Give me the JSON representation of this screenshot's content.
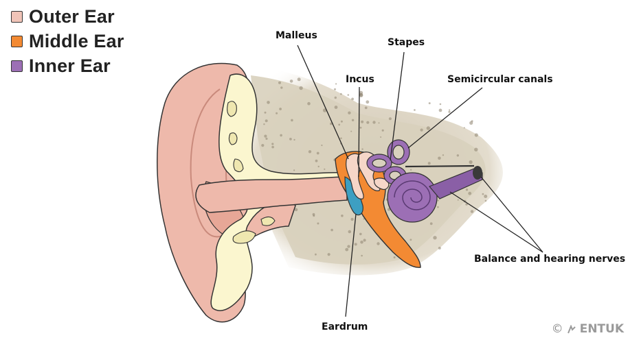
{
  "legend": [
    {
      "label": "Outer Ear",
      "color": "#f0c4b8"
    },
    {
      "label": "Middle Ear",
      "color": "#f38a33"
    },
    {
      "label": "Inner Ear",
      "color": "#9c6fb5"
    }
  ],
  "labels": {
    "malleus": "Malleus",
    "stapes": "Stapes",
    "incus": "Incus",
    "semicircular_canals": "Semicircular canals",
    "nerves": "Balance and hearing nerves",
    "eardrum": "Eardrum"
  },
  "credit": {
    "symbol": "©",
    "brand": "ENTUK"
  },
  "colors": {
    "skin": "#eeb9ab",
    "skin_dark": "#d99485",
    "cartilage": "#fbf6cf",
    "bone": "#d6cebd",
    "middle": "#f38a33",
    "inner": "#9c6fb5",
    "eardrum": "#3d9fc2"
  }
}
